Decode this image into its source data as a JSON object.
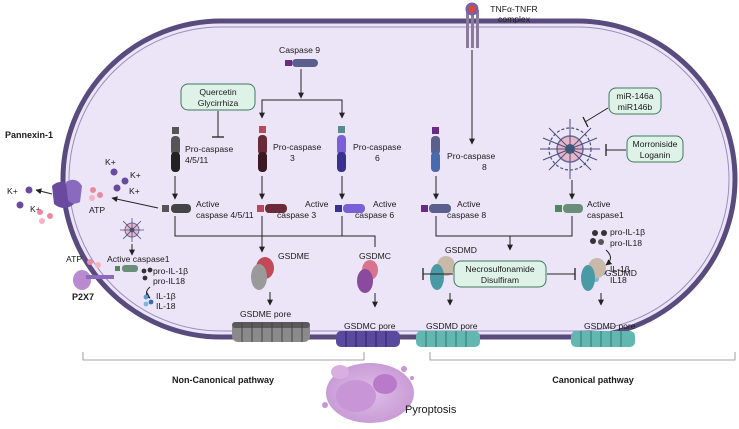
{
  "tnf_label": [
    "TNFα-TNFR",
    "complex"
  ],
  "caspase9": "Caspase 9",
  "procaspase": {
    "c4511": [
      "Pro-caspase",
      "4/5/11"
    ],
    "c3": [
      "Pro-caspase",
      "3"
    ],
    "c6": [
      "Pro-caspase",
      "6"
    ],
    "c8": [
      "Pro-caspase",
      "8"
    ]
  },
  "active": {
    "c4511": [
      "Active",
      "caspase 4/5/11"
    ],
    "c3": [
      "Active",
      "caspase 3"
    ],
    "c6": [
      "Active",
      "caspase 6"
    ],
    "c8": [
      "Active",
      "caspase 8"
    ],
    "casp1": [
      "Active",
      "caspase1"
    ],
    "casp1_out": "Active caspase1"
  },
  "inhibitors": {
    "quercetin": [
      "Quercetin",
      "Glycirrhiza"
    ],
    "mir": [
      "miR-146a",
      "miR146b"
    ],
    "morroniside": [
      "Morroniside",
      "Loganin"
    ],
    "necro": [
      "Necrosulfonamide",
      "Disulfiram"
    ]
  },
  "gasdermins": {
    "gsdme": "GSDME",
    "gsdmc": "GSDMC",
    "gsdmd_left": "GSDMD",
    "gsdmd_right": "GSDMD"
  },
  "pores": {
    "gsdme": "GSDME pore",
    "gsdmc": "GSDMC pore",
    "gsdmd_left": "GSDMD pore",
    "gsdmd_right": "GSDMD pore"
  },
  "cytokines_right": {
    "pro": [
      "pro-IL-1β",
      "pro-IL18"
    ],
    "mature": [
      "IL-1β",
      "IL18"
    ]
  },
  "cytokines_left": {
    "pro": [
      "pro-IL-1β",
      "pro-IL18"
    ],
    "mature": [
      "IL-1β",
      "IL-18"
    ]
  },
  "pannexin": "Pannexin-1",
  "kplus": [
    "K+",
    "K+",
    "K+",
    "K+",
    "K+"
  ],
  "atp": [
    "ATP",
    "ATP"
  ],
  "p2x7": "P2X7",
  "pathways": {
    "noncanonical": "Non-Canonical pathway",
    "canonical": "Canonical pathway"
  },
  "pyroptosis": "Pyroptosis",
  "colors": {
    "cell_fill": "#ece5f7",
    "cell_stroke": "#5a4b7e",
    "inhibitor_box": "#def2e8",
    "gsdm_pore": "#62b7b0"
  }
}
